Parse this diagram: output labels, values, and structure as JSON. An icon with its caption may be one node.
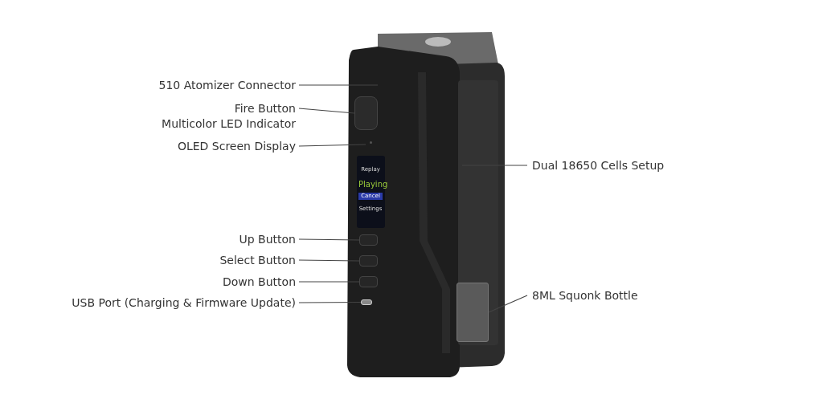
{
  "diagram": {
    "nodes": [
      {
        "text": [
          "510 Atomizer Connector"
        ]
      },
      {
        "text": [
          "Fire Button"
        ]
      },
      {
        "text": [
          "OLED Screen Display"
        ]
      },
      {
        "text": [
          "Up Button"
        ]
      },
      {
        "text": [
          "Select Button"
        ]
      },
      {
        "text": [
          "Down Button"
        ]
      },
      {
        "text": [
          "USB Port (Charging & Firmware Update)"
        ]
      },
      {
        "text": [
          "Dual 18650 Cells Setup"
        ]
      },
      {
        "text": [
          "8ML Squonk Bottle"
        ]
      },
      {
        "text": [],
        "shape": "box"
      },
      {
        "text": [],
        "shape": "box"
      },
      {
        "text": [],
        "shape": "box"
      },
      {
        "text": [],
        "shape": "box"
      },
      {
        "text": [],
        "shape": "box"
      },
      {
        "text": [],
        "shape": "box"
      }
    ],
    "edges": [
      {
        "from": 0,
        "to": null,
        "arrow": "none"
      },
      {
        "from": 1,
        "to": 9,
        "arrow": "none"
      },
      {
        "from": 2,
        "to": null,
        "arrow": "none"
      },
      {
        "from": 3,
        "to": 10,
        "arrow": "none"
      },
      {
        "from": 4,
        "to": 11,
        "arrow": "none"
      },
      {
        "from": 5,
        "to": 12,
        "arrow": "none"
      },
      {
        "from": 6,
        "to": 13,
        "arrow": "none"
      },
      {
        "from": 7,
        "to": null,
        "arrow": "none"
      },
      {
        "from": 8,
        "to": 14,
        "arrow": "none"
      }
    ],
    "labels": [
      "Multicolor LED Indicator",
      "Replay",
      "Playing",
      "Cancel",
      "Settings"
    ]
  }
}
